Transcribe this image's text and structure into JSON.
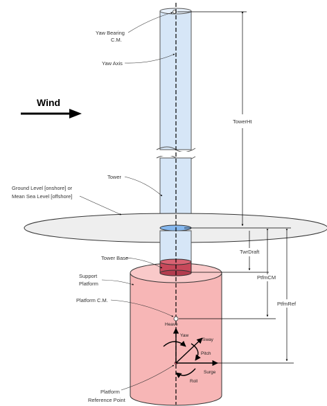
{
  "labels": {
    "wind": "Wind",
    "yaw_bearing": "Yaw Bearing",
    "yaw_bearing_cm": "C.M.",
    "yaw_axis": "Yaw Axis",
    "tower": "Tower",
    "ground_level_1": "Ground Level [onshore] or",
    "ground_level_2": "Mean Sea Level [offshore]",
    "tower_base": "Tower Base",
    "support_platform_1": "Support",
    "support_platform_2": "Platform",
    "platform_cm": "Platform C.M.",
    "platform_ref_1": "Platform",
    "platform_ref_2": "Reference Point"
  },
  "dimensions": {
    "tower_ht": "TowerHt",
    "twr_draft": "TwrDraft",
    "ptfm_cm": "PtfmCM",
    "ptfm_ref": "PtfmRef"
  },
  "dof": {
    "heave": "Heave",
    "yaw": "Yaw",
    "sway": "Sway",
    "pitch": "Pitch",
    "surge": "Surge",
    "roll": "Roll"
  },
  "colors": {
    "tower_fill": "#d6e6f7",
    "tower_base_fill": "#c7485a",
    "platform_fill": "#f7b6b6",
    "platform_top_fill": "#f9c9c9",
    "water_fill": "#eeeeee",
    "waterline_fill": "#86b8ee"
  }
}
